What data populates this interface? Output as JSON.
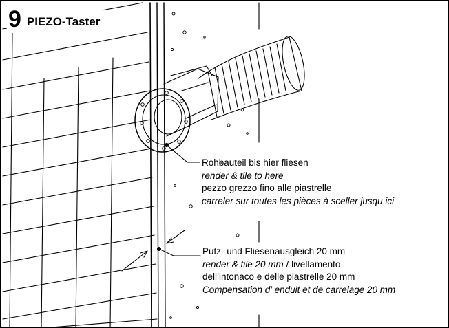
{
  "step": {
    "number": "9",
    "title": "PIEZO-Taster"
  },
  "callout_tile": {
    "line1": "Rohbauteil bis hier fliesen",
    "line2": "render & tile to here",
    "line3": "pezzo grezzo fino alle piastrelle",
    "line4": "carreler sur toutes les pièces à sceller jusqu ici"
  },
  "callout_compensation": {
    "line1": "Putz- und Fliesenausgleich 20 mm",
    "line2_italic": "render & tile 20 mm",
    "line2_separator": " / ",
    "line2_plain": "livellamento",
    "line3": "dell’intonaco e delle piastrelle 20 mm",
    "line4": "Compensation d' enduit et de carrelage 20 mm"
  },
  "colors": {
    "line": "#000000",
    "background": "#ffffff"
  }
}
